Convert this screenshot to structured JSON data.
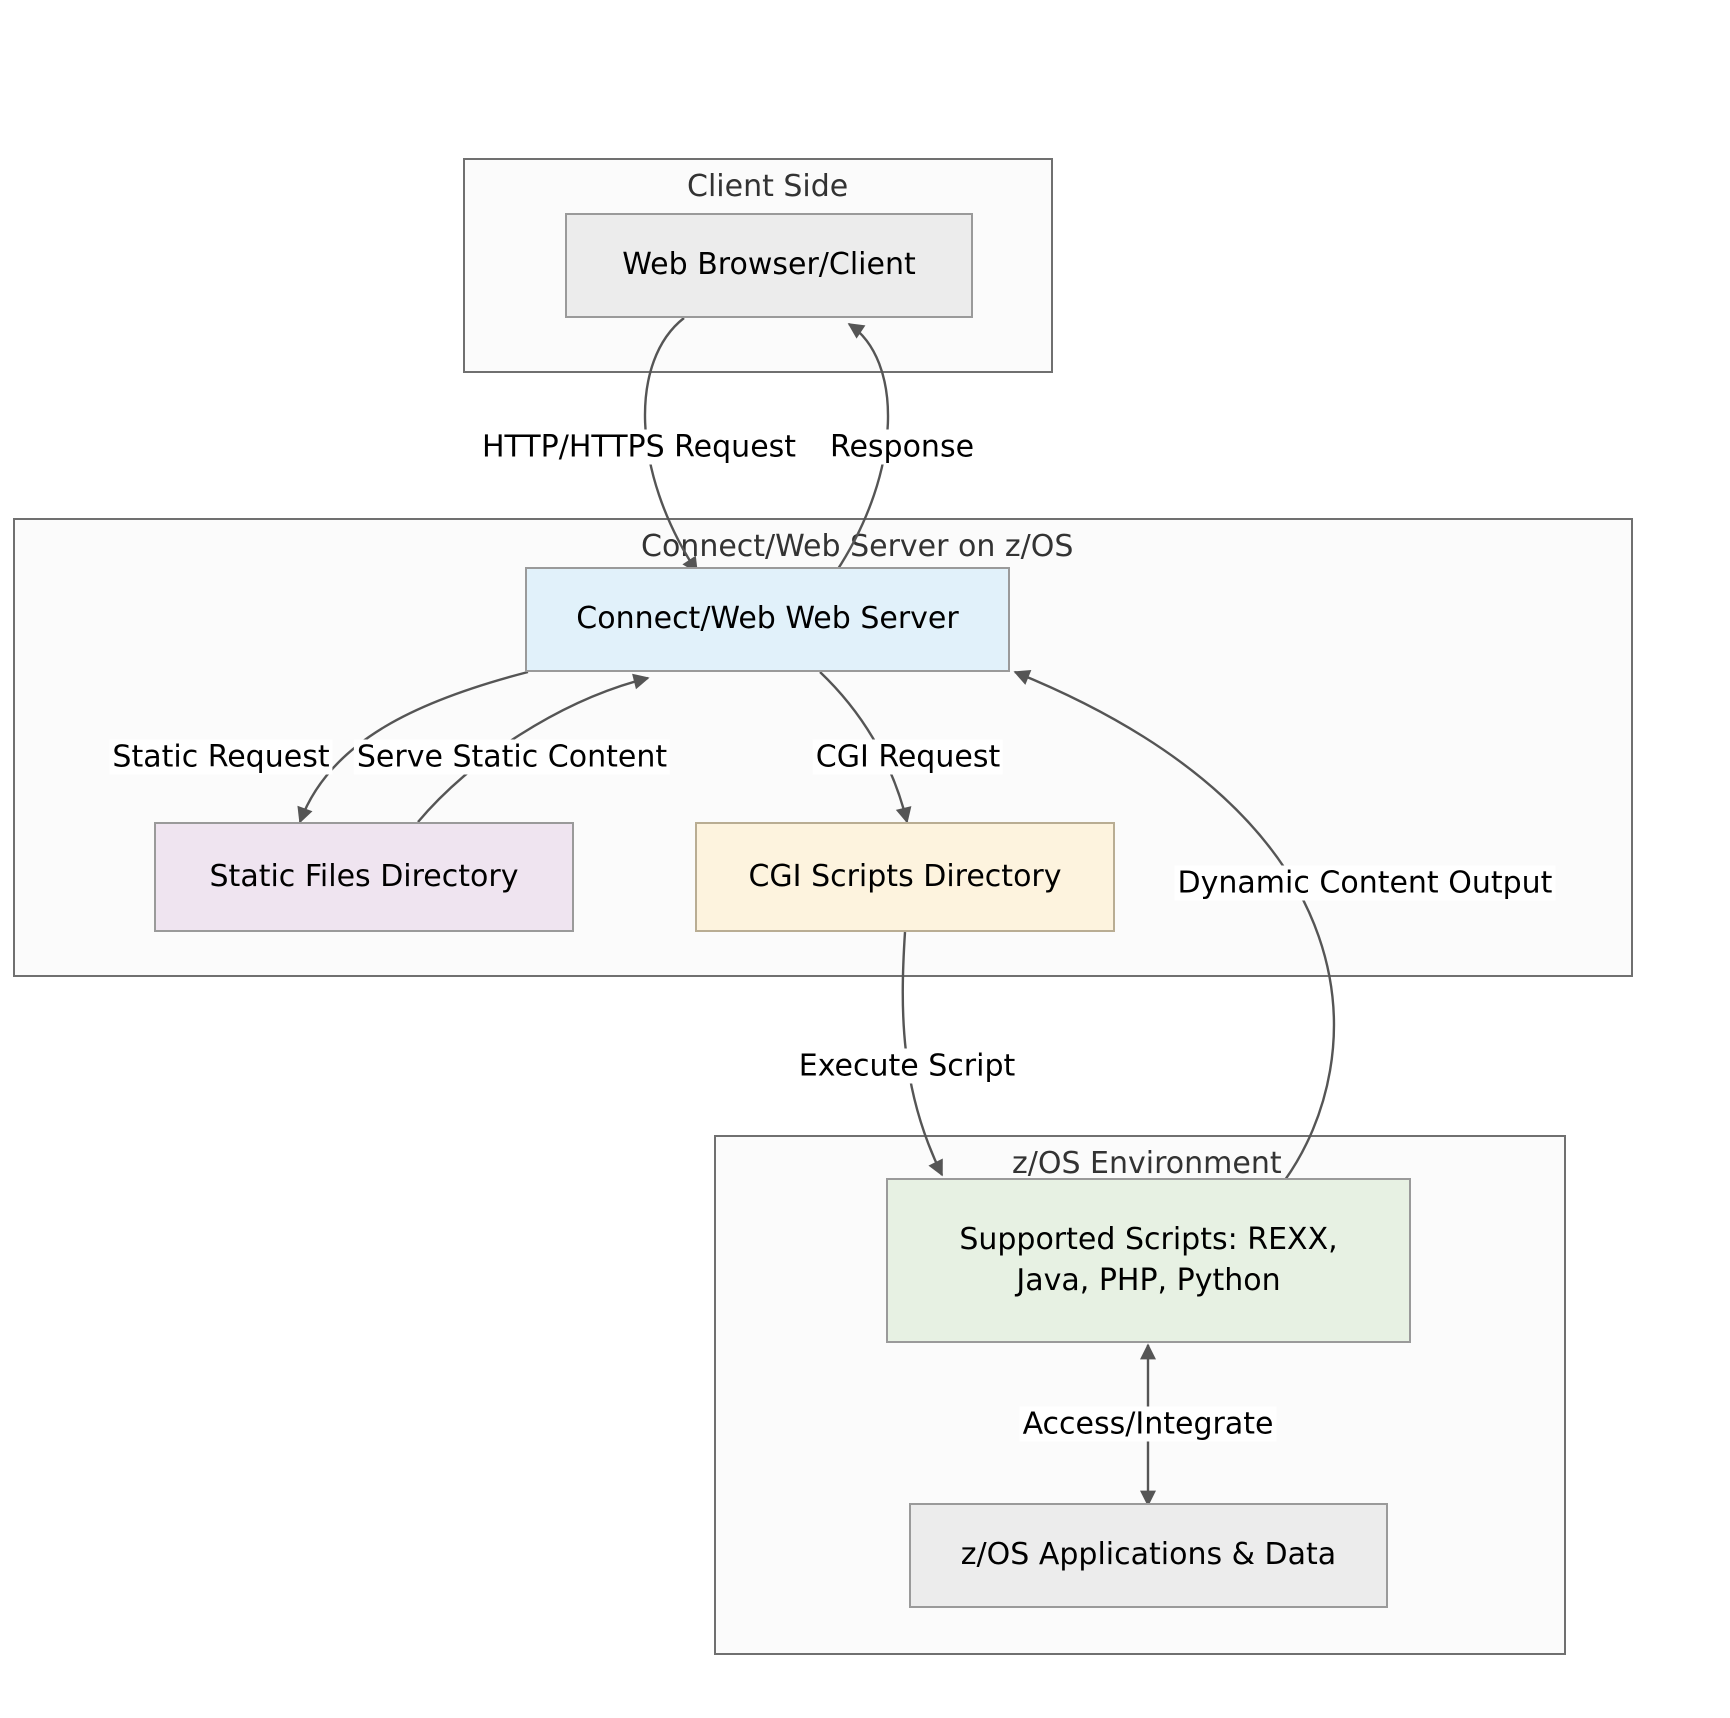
{
  "diagram": {
    "title": "Connect/Web Server on z/OS CGI architecture flowchart",
    "type": "flowchart",
    "colors": {
      "cluster_fill": "#fbfbfb",
      "cluster_stroke": "#707070",
      "client_node_fill": "#ececec",
      "server_node_fill": "#e1f1fa",
      "static_node_fill": "#efe4f0",
      "cgi_node_fill": "#fdf3de",
      "scripts_node_fill": "#e7f1e3",
      "edge_stroke": "#555555"
    },
    "clusters": [
      {
        "id": "client_side",
        "title": "Client Side"
      },
      {
        "id": "server",
        "title": "Connect/Web Server on  z/OS"
      },
      {
        "id": "zos",
        "title": "z/OS Environment"
      }
    ],
    "nodes": [
      {
        "id": "web_browser",
        "label": "Web Browser/Client",
        "cluster": "client_side"
      },
      {
        "id": "web_server",
        "label": "Connect/Web Web Server",
        "cluster": "server"
      },
      {
        "id": "static_files",
        "label": "Static Files Directory",
        "cluster": "server"
      },
      {
        "id": "cgi_scripts",
        "label": "CGI Scripts Directory",
        "cluster": "server"
      },
      {
        "id": "supported_scripts",
        "label": "Supported Scripts: REXX, Java, PHP, Python",
        "line1": "Supported Scripts: REXX,",
        "line2": "Java, PHP, Python",
        "cluster": "zos"
      },
      {
        "id": "zos_apps",
        "label": "z/OS Applications & Data",
        "cluster": "zos"
      }
    ],
    "edges": [
      {
        "id": "e1",
        "from": "web_browser",
        "to": "web_server",
        "label": "HTTP/HTTPS Request"
      },
      {
        "id": "e2",
        "from": "web_server",
        "to": "web_browser",
        "label": "Response"
      },
      {
        "id": "e3",
        "from": "web_server",
        "to": "static_files",
        "label": "Static Request"
      },
      {
        "id": "e4",
        "from": "static_files",
        "to": "web_server",
        "label": "Serve Static Content"
      },
      {
        "id": "e5",
        "from": "web_server",
        "to": "cgi_scripts",
        "label": "CGI Request"
      },
      {
        "id": "e6",
        "from": "cgi_scripts",
        "to": "supported_scripts",
        "label": "Execute Script"
      },
      {
        "id": "e7",
        "from": "supported_scripts",
        "to": "web_server",
        "label": "Dynamic Content Output"
      },
      {
        "id": "e8",
        "from": "supported_scripts",
        "to": "zos_apps",
        "label": "Access/Integrate"
      }
    ]
  }
}
